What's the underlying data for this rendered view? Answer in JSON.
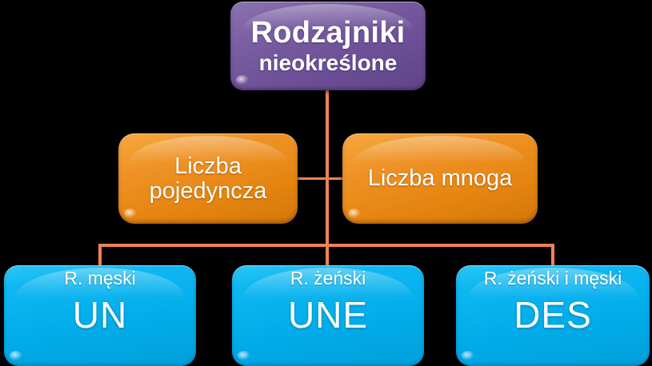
{
  "diagram": {
    "title": "Rodzajniki nieokreślone",
    "colors": {
      "background": "#000000",
      "root": "#6d5098",
      "level2": "#e5840f",
      "level3": "#00ace9",
      "connector": "#ef8354",
      "text": "#ffffff"
    },
    "root": {
      "line1": "Rodzajniki",
      "line2": "nieokreślone"
    },
    "level2": [
      {
        "line1": "Liczba",
        "line2": "pojedyncza"
      },
      {
        "line1": "Liczba mnoga",
        "line2": ""
      }
    ],
    "level3": [
      {
        "gender": "R. męski",
        "article": "UN"
      },
      {
        "gender": "R. żeński",
        "article": "UNE"
      },
      {
        "gender": "R. żeński i męski",
        "article": "DES"
      }
    ]
  }
}
